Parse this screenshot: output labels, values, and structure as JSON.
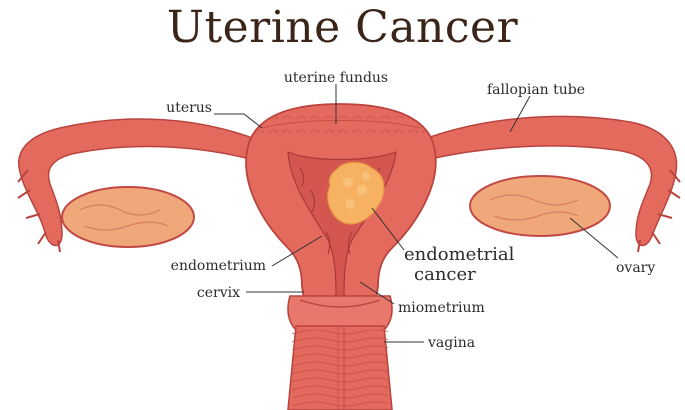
{
  "title": "Uterine Cancer",
  "labels": {
    "uterine_fundus": "uterine fundus",
    "fallopian_tube": "fallopian tube",
    "uterus": "uterus",
    "endometrial_cancer_line1": "endometrial",
    "endometrial_cancer_line2": "cancer",
    "endometrium": "endometrium",
    "ovary": "ovary",
    "cervix": "cervix",
    "miometrium": "miometrium",
    "vagina": "vagina"
  },
  "colors": {
    "tissue": "#e46a5e",
    "tissue_dark": "#c24a44",
    "tissue_light": "#f08a78",
    "cavity": "#d4574f",
    "ovary": "#f0a77a",
    "tumor": "#f6b261",
    "title": "#3b2418"
  }
}
